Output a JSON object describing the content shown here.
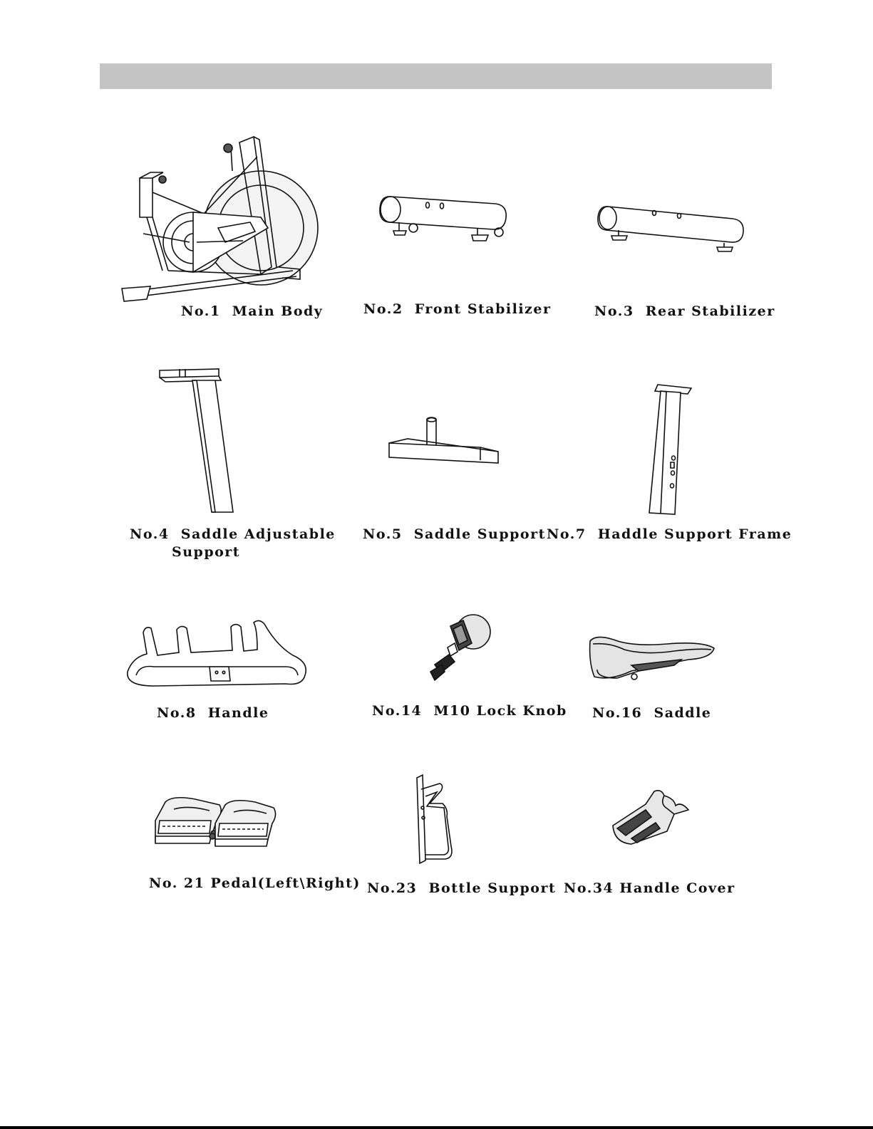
{
  "parts": [
    {
      "id": "main-body",
      "label": "No.1  Main Body",
      "icon": "exercise-bike-frame-icon"
    },
    {
      "id": "front-stabilizer",
      "label": "No.2  Front Stabilizer",
      "icon": "front-stabilizer-tube-icon"
    },
    {
      "id": "rear-stabilizer",
      "label": "No.3  Rear Stabilizer",
      "icon": "rear-stabilizer-tube-icon"
    },
    {
      "id": "saddle-adjustable-support",
      "label": "No.4  Saddle Adjustable",
      "label_line2": "Support",
      "icon": "saddle-post-icon"
    },
    {
      "id": "saddle-support",
      "label": "No.5  Saddle Support",
      "icon": "saddle-slider-icon"
    },
    {
      "id": "handle-support-frame",
      "label": "No.7  Haddle Support Frame",
      "icon": "handlebar-post-icon"
    },
    {
      "id": "handle",
      "label": "No.8  Handle",
      "icon": "handlebar-icon"
    },
    {
      "id": "lock-knob",
      "label": "No.14  M10 Lock Knob",
      "icon": "lock-knob-icon"
    },
    {
      "id": "saddle",
      "label": "No.16  Saddle",
      "icon": "saddle-icon"
    },
    {
      "id": "pedal",
      "label": "No. 21 Pedal(Left\\Right)",
      "icon": "pedals-icon"
    },
    {
      "id": "bottle-support",
      "label": "No.23  Bottle Support",
      "icon": "bottle-cage-icon"
    },
    {
      "id": "handle-cover",
      "label": "No.34 Handle Cover",
      "icon": "handle-cover-icon"
    }
  ]
}
